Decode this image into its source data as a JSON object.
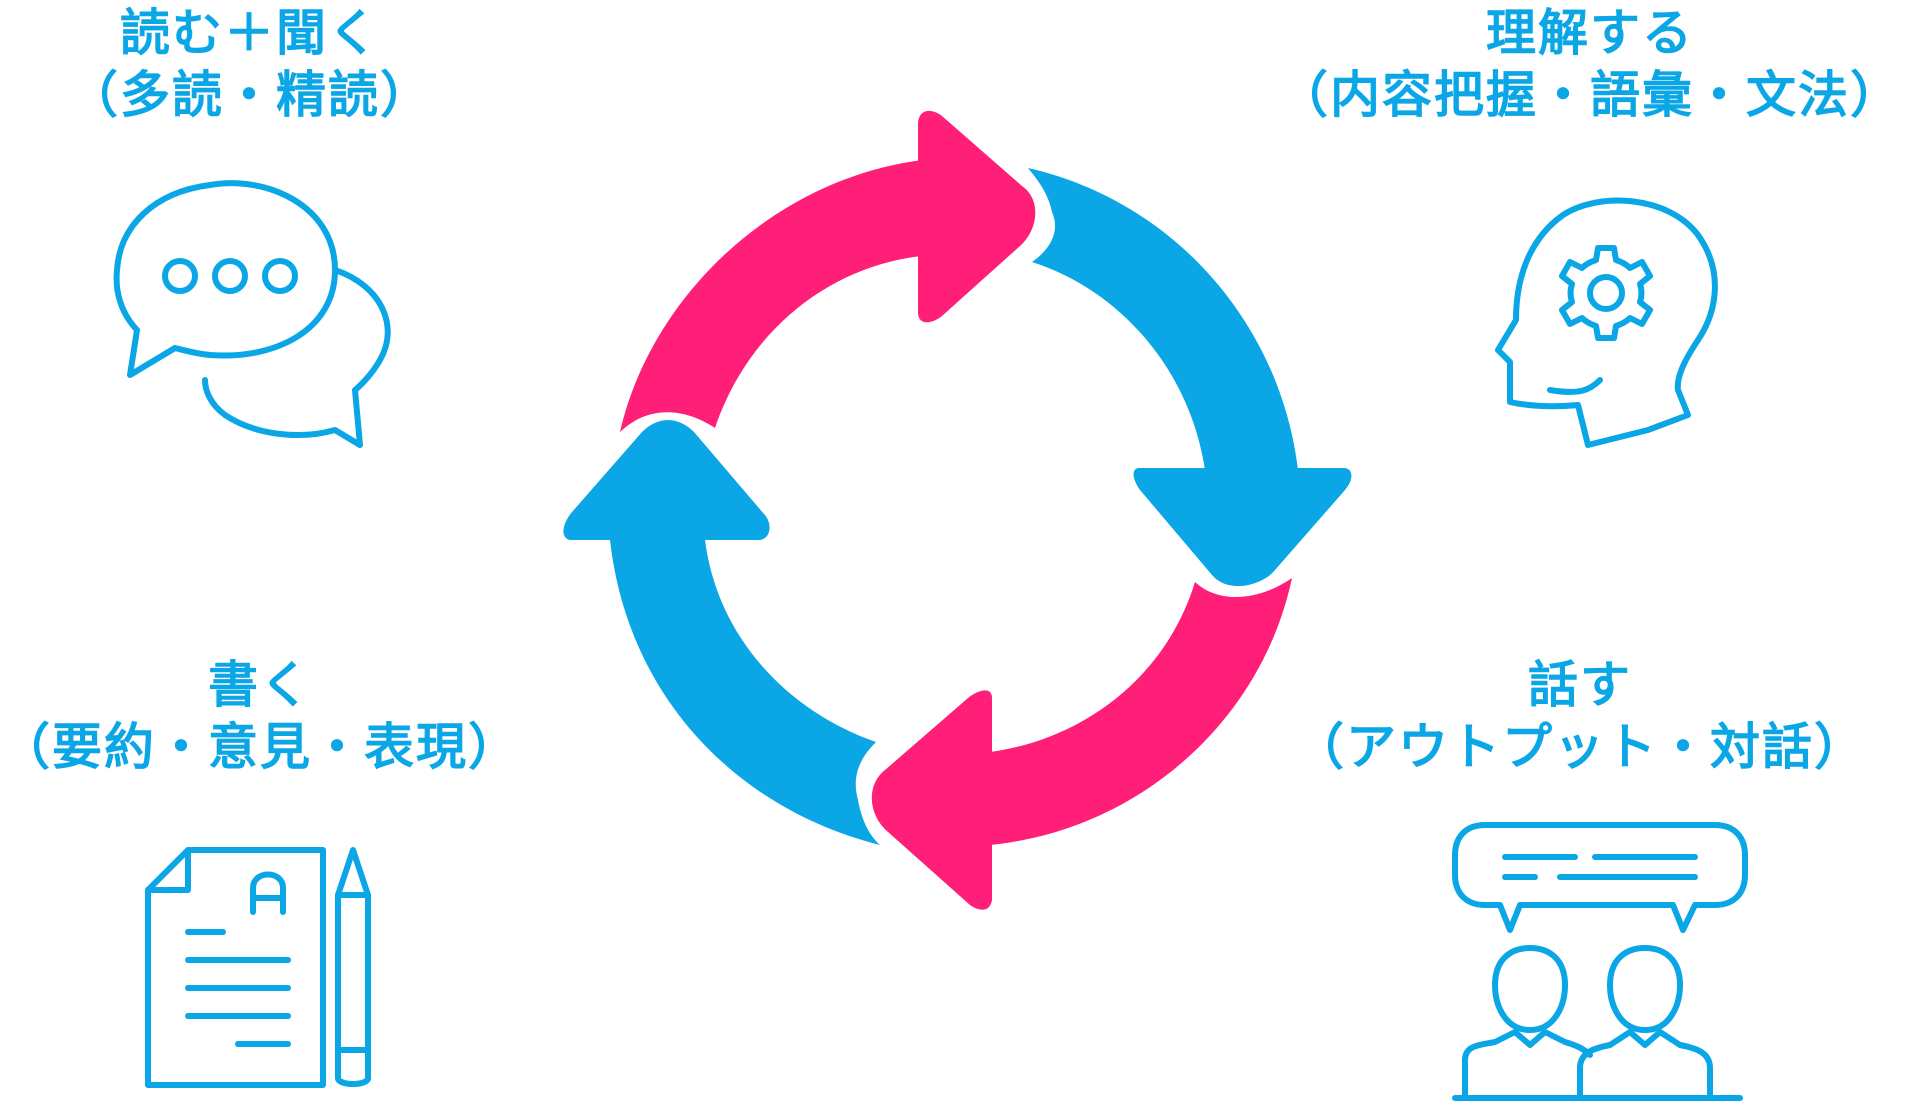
{
  "colors": {
    "blue": "#0aa6e6",
    "pink": "#ff1e78"
  },
  "labels": {
    "read": {
      "title": "読む＋聞く",
      "detail": "（多読・精読）"
    },
    "understand": {
      "title": "理解する",
      "detail": "（内容把握・語彙・文法）"
    },
    "write": {
      "title": "書く",
      "detail": "（要約・意見・表現）"
    },
    "speak": {
      "title": "話す",
      "detail": "（アウトプット・対話）"
    }
  },
  "icons": {
    "read": "chat-bubbles-icon",
    "understand": "head-gear-icon",
    "write": "document-pencil-icon",
    "speak": "people-conversation-icon"
  }
}
